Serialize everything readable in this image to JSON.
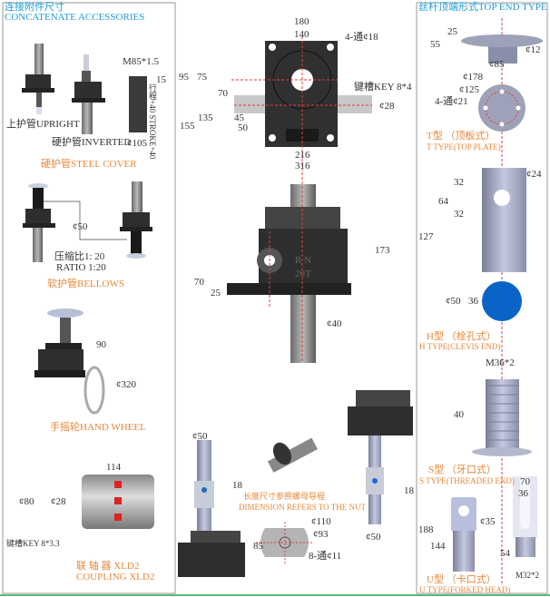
{
  "colors": {
    "title": "#1e9ad8",
    "caption": "#e8873a",
    "dimension": "#333333",
    "centerline": "#e03c3c",
    "body": "#2e2e2e",
    "clevis_hole": "#0a64c8"
  },
  "left": {
    "title_cn": "连接附件尺寸",
    "title_en": "CONCATENATE ACCESSORIES",
    "upright": "上护管UPRIGHT",
    "inverted": "硬护管INVERTED",
    "thread": "M85*1.5",
    "dim_15": "15",
    "stroke": "行程+40 STROKE+40",
    "dia_105": "¢105",
    "steel_cover": "硬护管STEEL COVER",
    "dia_50": "¢50",
    "ratio_cn": "压缩比1: 20",
    "ratio_en": "RATIO 1:20",
    "bellows": "软护管BELLOWS",
    "hw_90": "90",
    "hw_dia": "¢320",
    "hand_wheel": "手摇轮HAND WHEEL",
    "cp_114": "114",
    "cp_80": "¢80",
    "cp_28": "¢28",
    "cp_key": "键槽KEY 8*3.3",
    "coupling_cn": "联  轴  器 XLD2",
    "coupling_en": "COUPLING XLD2"
  },
  "middle": {
    "top": {
      "d180": "180",
      "d140": "140",
      "holes": "4-通¢18",
      "d95": "95",
      "d75": "75",
      "d70": "70",
      "key": "键槽KEY 8*4",
      "d28": "¢28",
      "d135": "135",
      "d45": "45",
      "d155": "155",
      "d50": "50",
      "d216": "216",
      "d316": "316"
    },
    "side": {
      "d173": "173",
      "d70": "70",
      "d25": "25",
      "d40": "¢40",
      "mark1": "R N",
      "mark2": "20T"
    },
    "nut": {
      "d50a": "¢50",
      "d18a": "18",
      "note_cn": "长度尺寸参照螺母导程",
      "note_en": "DIMENSION REFERS TO THE NUT",
      "d110": "¢110",
      "d93": "¢93",
      "d85": "85",
      "holes": "8-通¢11",
      "d18b": "18",
      "d50b": "¢50"
    }
  },
  "right": {
    "title": "丝杆顶端形式TOP END TYPE",
    "t": {
      "d25": "25",
      "d55": "55",
      "d12": "¢12",
      "d85": "¢85",
      "d178": "¢178",
      "d125": "¢125",
      "holes": "4-通¢21",
      "cn": "T型 （顶板式）",
      "en": "T TYPE(TOP PLATE)"
    },
    "h": {
      "d24": "¢24",
      "d32a": "32",
      "d64": "64",
      "d32b": "32",
      "d127": "127",
      "d50": "¢50",
      "d36": "36",
      "cn": "H型 （栓孔式）",
      "en": "H TYPE(CLEVIS END)"
    },
    "s": {
      "thread": "M36*2",
      "d40": "40",
      "cn": "S型 （牙口式）",
      "en": "S TYPE(THREADED END)"
    },
    "u": {
      "d70": "70",
      "d36": "36",
      "d35": "¢35",
      "d188": "188",
      "d144": "144",
      "d54": "54",
      "thread": "M32*2",
      "cn": "U型 （卡口式）",
      "en": "U TYPE(FORKED HEAD)"
    }
  }
}
